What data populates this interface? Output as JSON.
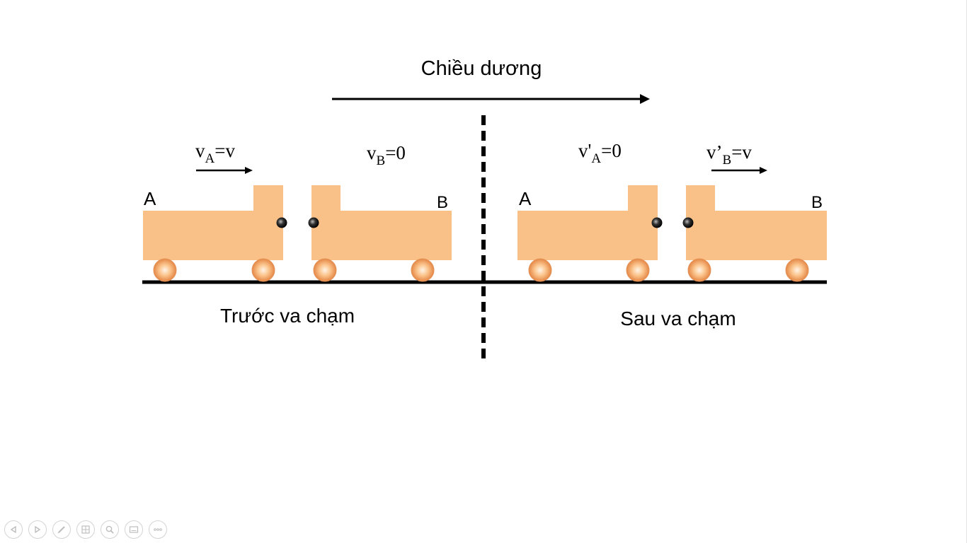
{
  "direction_label": "Chiều dương",
  "before": {
    "caption": "Trước va chạm",
    "cart_a_label": "A",
    "cart_b_label": "B",
    "velocity_a": {
      "symbol": "v",
      "sub": "A",
      "rest": "=v"
    },
    "velocity_b": {
      "symbol": "v",
      "sub": "B",
      "rest": "=0"
    }
  },
  "after": {
    "caption": "Sau va chạm",
    "cart_a_label": "A",
    "cart_b_label": "B",
    "velocity_a": {
      "symbol": "v'",
      "sub": "A",
      "rest": "=0"
    },
    "velocity_b": {
      "symbol": "v’",
      "sub": "B",
      "rest": "=v"
    }
  },
  "colors": {
    "cart_fill": "#f9c188",
    "wheel_rim": "#d9773a",
    "track": "#000000",
    "dashed_divider": "#000000"
  },
  "toolbar": {
    "buttons": [
      {
        "icon": "previous-icon"
      },
      {
        "icon": "next-icon"
      },
      {
        "icon": "pen-icon"
      },
      {
        "icon": "slides-icon"
      },
      {
        "icon": "zoom-icon"
      },
      {
        "icon": "subtitles-icon"
      },
      {
        "icon": "more-icon"
      }
    ]
  }
}
